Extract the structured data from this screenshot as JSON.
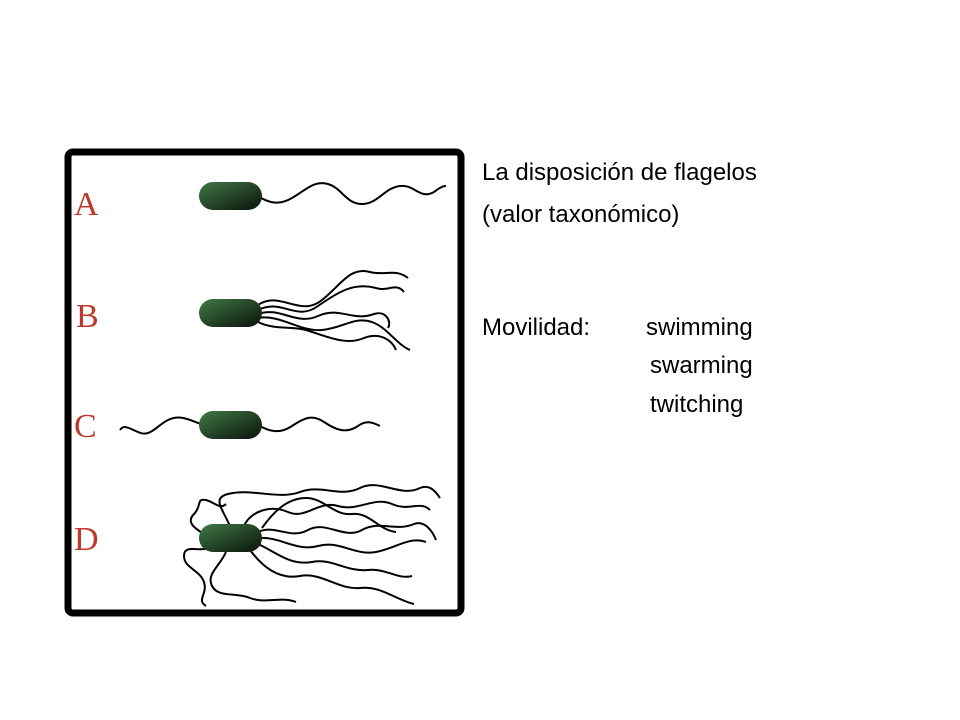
{
  "panel": {
    "labels": [
      "A",
      "B",
      "C",
      "D"
    ],
    "label_color": "#c0392b",
    "cell_gradient": [
      "#3f7a45",
      "#0c120c"
    ],
    "frame_color": "#000000"
  },
  "description": {
    "title_line1": "La disposición de flagelos",
    "title_line2": "(valor taxonómico)"
  },
  "motility": {
    "label": "Movilidad:",
    "types": [
      "swimming",
      "swarming",
      "twitching"
    ]
  }
}
